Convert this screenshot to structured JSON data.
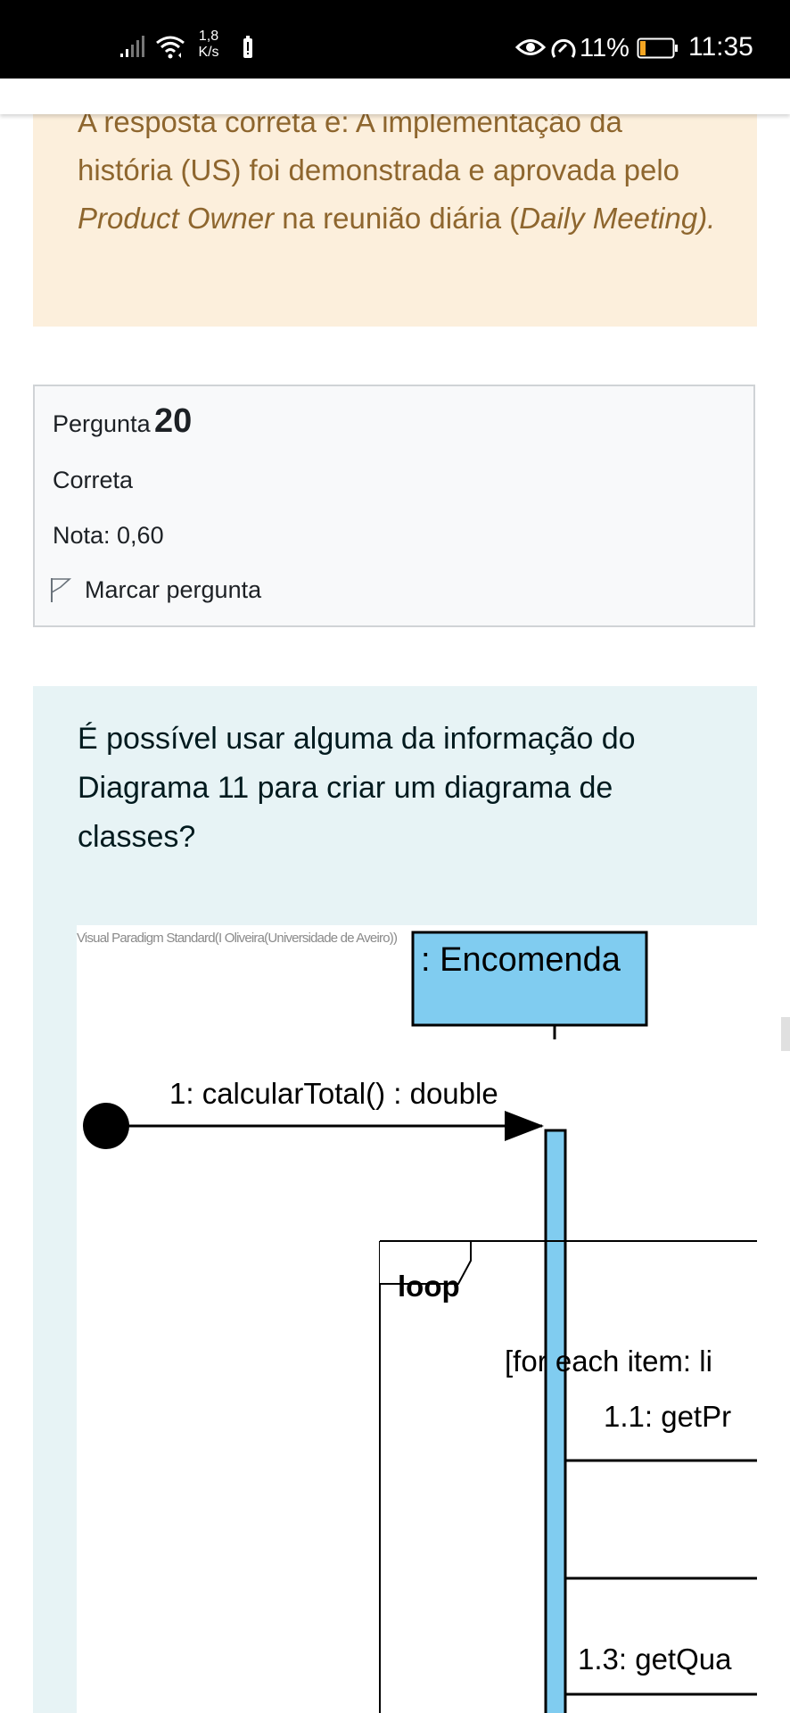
{
  "status_bar": {
    "net_speed_value": "1,8",
    "net_speed_unit": "K/s",
    "battery_percent": "11%",
    "time": "11:35"
  },
  "feedback": {
    "partial_line": "A resposta correta é: A implementação da",
    "text_before_po": "história (US) foi demonstrada e aprovada pelo ",
    "po_term": "Product Owner",
    "text_before_daily": " na reunião diária (",
    "daily_term": "Daily Meeting",
    "text_end": ")."
  },
  "question_info": {
    "label": "Pergunta",
    "number": "20",
    "state": "Correta",
    "grade": "Nota: 0,60",
    "flag_label": "Marcar pergunta"
  },
  "question": {
    "text": "É possível usar alguma da informação do Diagrama 11 para criar um diagrama de classes?"
  },
  "diagram": {
    "watermark": "Visual Paradigm Standard(I Oliveira(Universidade de Aveiro))",
    "lifeline_name": ": Encomenda",
    "message_1": "1: calcularTotal() : double",
    "fragment_operator": "loop",
    "guard": "[for each item: li",
    "message_1_1": "1.1: getPr",
    "message_1_3": "1.3: getQua",
    "colors": {
      "lifeline_fill": "#80ccf0",
      "line": "#000000"
    }
  },
  "colors": {
    "feedback_bg": "#fcefdc",
    "feedback_text": "#8e662e",
    "info_bg": "#f8f9fa",
    "question_bg": "#e7f3f5"
  }
}
